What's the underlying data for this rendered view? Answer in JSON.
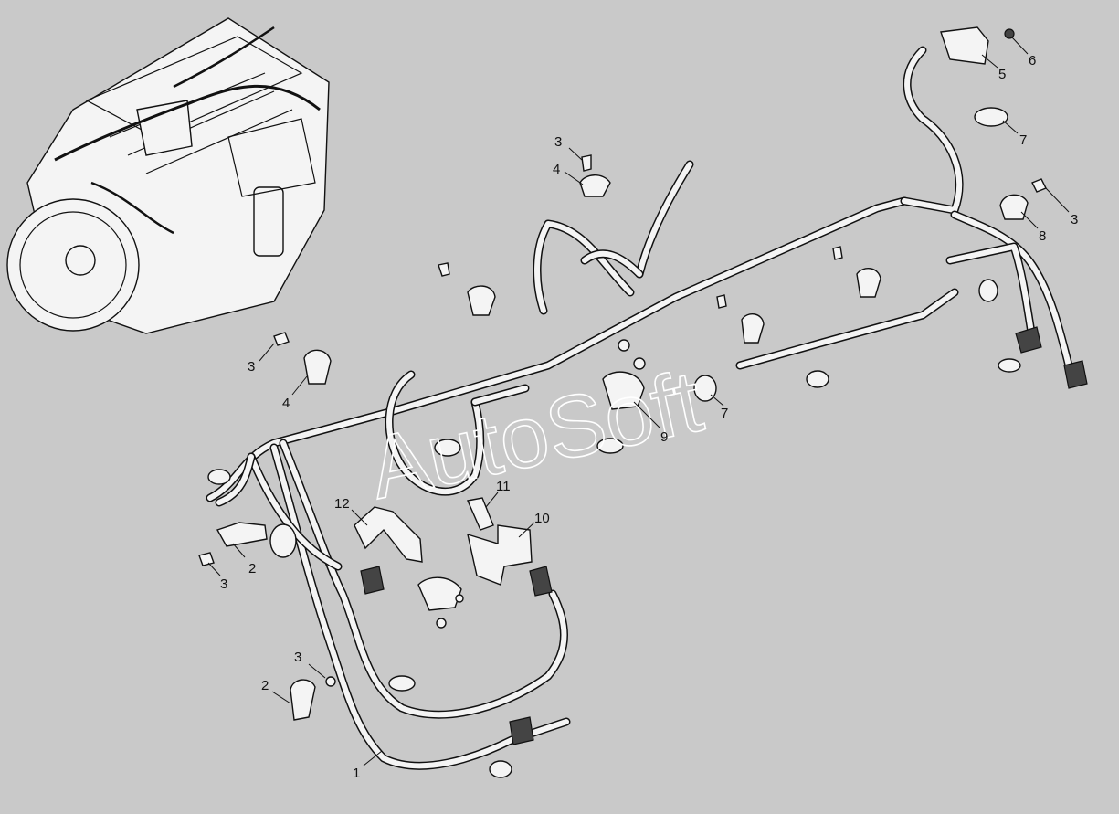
{
  "watermark": {
    "text": "AutoSoft",
    "color": "#ffffff"
  },
  "colors": {
    "background": "#c9c9c9",
    "line": "#111111",
    "part_fill": "#f4f4f4"
  },
  "callouts": [
    {
      "id": "c1",
      "label": "1"
    },
    {
      "id": "c2a",
      "label": "2"
    },
    {
      "id": "c2b",
      "label": "2"
    },
    {
      "id": "c3a",
      "label": "3"
    },
    {
      "id": "c3b",
      "label": "3"
    },
    {
      "id": "c3c",
      "label": "3"
    },
    {
      "id": "c3d",
      "label": "3"
    },
    {
      "id": "c3e",
      "label": "3"
    },
    {
      "id": "c4a",
      "label": "4"
    },
    {
      "id": "c4b",
      "label": "4"
    },
    {
      "id": "c5",
      "label": "5"
    },
    {
      "id": "c6",
      "label": "6"
    },
    {
      "id": "c7a",
      "label": "7"
    },
    {
      "id": "c7b",
      "label": "7"
    },
    {
      "id": "c8",
      "label": "8"
    },
    {
      "id": "c9",
      "label": "9"
    },
    {
      "id": "c10",
      "label": "10"
    },
    {
      "id": "c11",
      "label": "11"
    },
    {
      "id": "c12",
      "label": "12"
    }
  ]
}
